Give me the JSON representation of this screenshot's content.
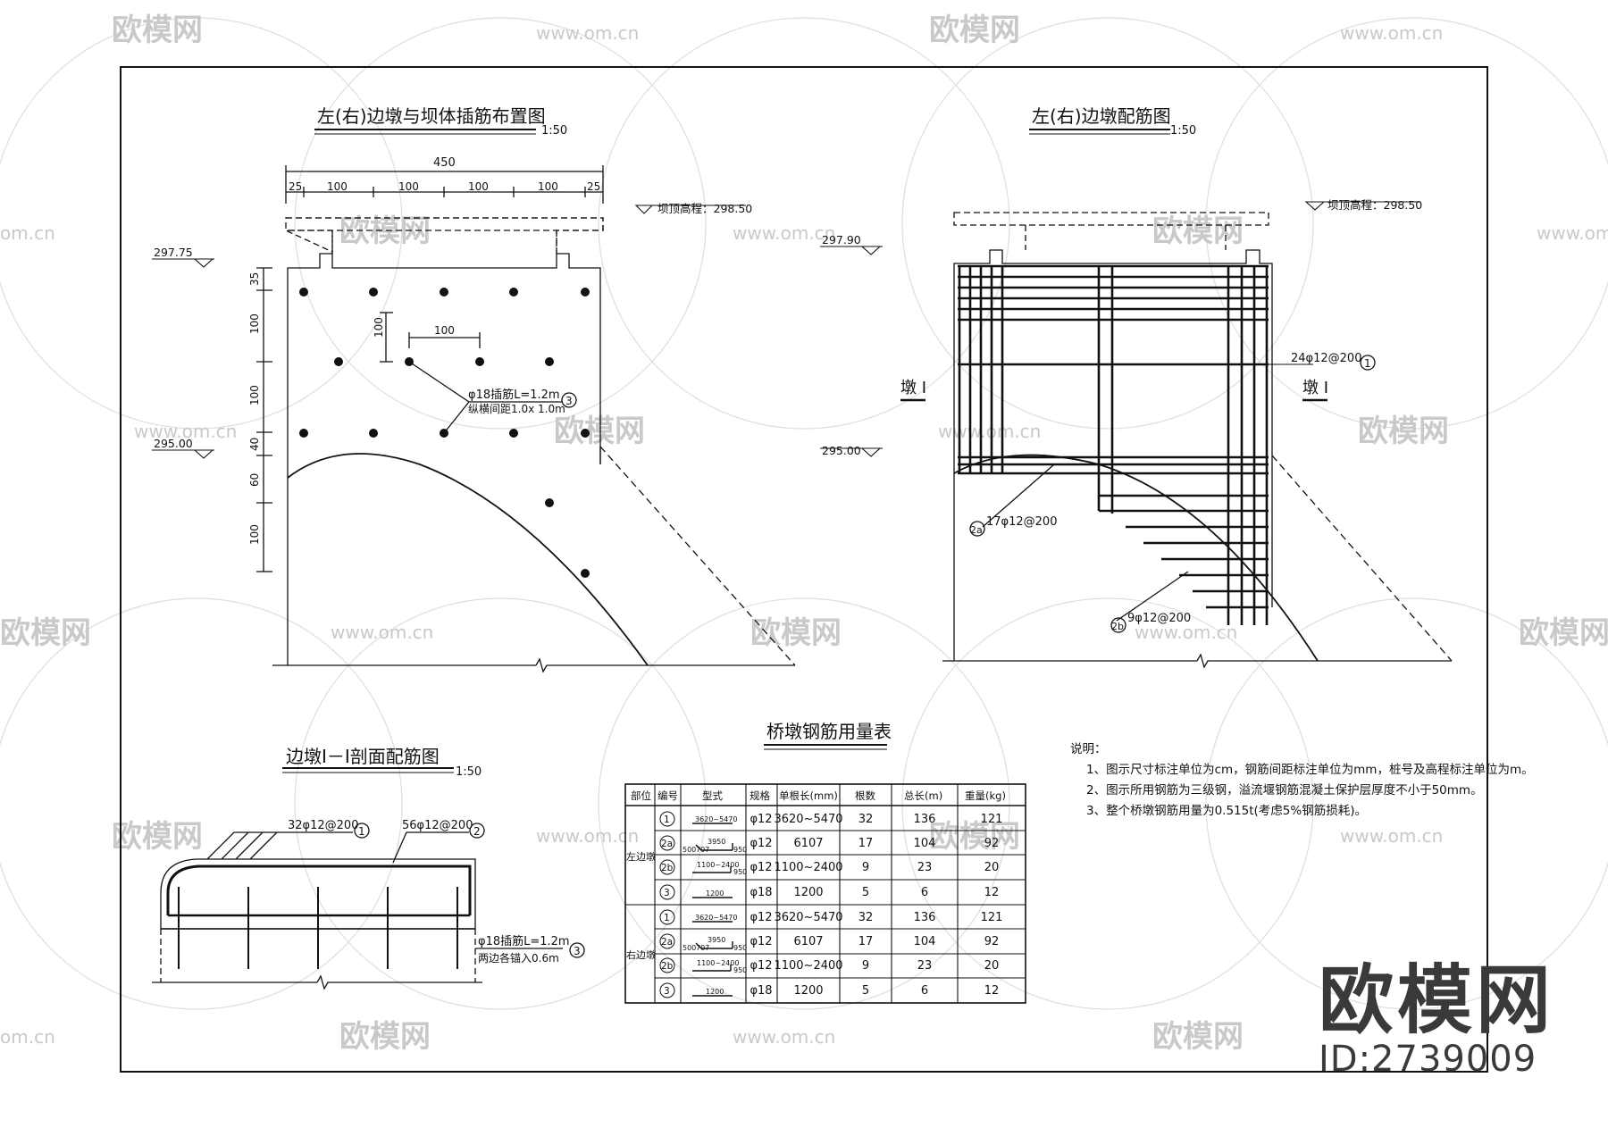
{
  "watermarks": {
    "logo_text": "欧模网",
    "url_text": "www.om.cn",
    "url_partial": "om.cn"
  },
  "elevations": {
    "dam_top_1": "坝顶高程：298.50",
    "dam_top_2": "坝顶高程：298.50",
    "el_297_75": "297.75",
    "el_295_00_a": "295.00",
    "el_297_90": "297.90",
    "el_295_00_b": "295.00"
  },
  "fig1": {
    "title": "左(右)边墩与坝体插筋布置图",
    "scale": "1:50",
    "dim_total": "450",
    "dim_top": [
      "25",
      "100",
      "100",
      "100",
      "100",
      "25"
    ],
    "dim_side": [
      "35",
      "100",
      "100",
      "40",
      "60",
      "100"
    ],
    "dim_inner_v": "100",
    "dim_inner_h": "100",
    "callout_line1": "φ18插筋L=1.2m",
    "callout_line2": "纵横间距1.0x 1.0m",
    "callout_no": "3"
  },
  "fig2": {
    "title": "左(右)边墩配筋图",
    "scale": "1:50",
    "rebar1": "24φ12@200",
    "rebar1_no": "1",
    "rebar2a": "17φ12@200",
    "rebar2a_no": "2a",
    "rebar2b": "9φ12@200",
    "rebar2b_no": "2b",
    "section_left": "墩 I",
    "section_right": "墩 I"
  },
  "fig3": {
    "title": "边墩Ⅰ－Ⅰ剖面配筋图",
    "scale": "1:50",
    "rebar1": "32φ12@200",
    "rebar1_no": "1",
    "rebar2": "56φ12@200",
    "rebar2_no": "2",
    "callout_line1": "φ18插筋L=1.2m",
    "callout_line2": "两边各锚入0.6m",
    "callout_no": "3"
  },
  "table": {
    "title": "桥墩钢筋用量表",
    "headers": [
      "部位",
      "编号",
      "型式",
      "规格",
      "单根长(mm)",
      "根数",
      "总长(m)",
      "重量(kg)"
    ],
    "groups": [
      {
        "part": "左边墩",
        "rows": [
          {
            "no": "1",
            "shape": "3620~5470",
            "spec": "φ12",
            "len": "3620~5470",
            "count": "32",
            "total": "136",
            "weight": "121"
          },
          {
            "no": "2a",
            "shape": "3950",
            "spec": "φ12",
            "len": "6107",
            "count": "17",
            "total": "104",
            "weight": "92"
          },
          {
            "no": "2b",
            "shape": "1100~2400",
            "spec": "φ12",
            "len": "1100~2400",
            "count": "9",
            "total": "23",
            "weight": "20"
          },
          {
            "no": "3",
            "shape": "1200",
            "spec": "φ18",
            "len": "1200",
            "count": "5",
            "total": "6",
            "weight": "12"
          }
        ]
      },
      {
        "part": "右边墩",
        "rows": [
          {
            "no": "1",
            "shape": "3620~5470",
            "spec": "φ12",
            "len": "3620~5470",
            "count": "32",
            "total": "136",
            "weight": "121"
          },
          {
            "no": "2a",
            "shape": "3950",
            "spec": "φ12",
            "len": "6107",
            "count": "17",
            "total": "104",
            "weight": "92"
          },
          {
            "no": "2b",
            "shape": "1100~2400",
            "spec": "φ12",
            "len": "1100~2400",
            "count": "9",
            "total": "23",
            "weight": "20"
          },
          {
            "no": "3",
            "shape": "1200",
            "spec": "φ18",
            "len": "1200",
            "count": "5",
            "total": "6",
            "weight": "12"
          }
        ]
      }
    ],
    "shape_side_a": "500",
    "shape_side_b": "950",
    "shape_side_c": "707"
  },
  "notes": {
    "heading": "说明：",
    "items": [
      "1、图示尺寸标注单位为cm，钢筋间距标注单位为mm，桩号及高程标注单位为m。",
      "2、图示所用钢筋为三级钢，溢流堰钢筋混凝土保护层厚度不小于50mm。",
      "3、整个桥墩钢筋用量为0.515t(考虑5%钢筋损耗)。"
    ]
  },
  "brand": {
    "name": "欧模网",
    "id": "ID:2739009"
  }
}
